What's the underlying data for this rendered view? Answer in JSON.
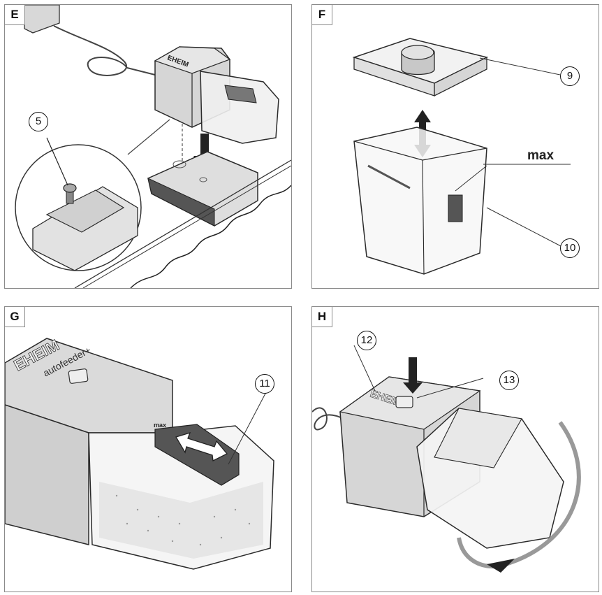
{
  "panels": {
    "e": {
      "label": "E",
      "callouts": [
        "5"
      ]
    },
    "f": {
      "label": "F",
      "callouts": [
        "9",
        "10"
      ],
      "max_label": "max"
    },
    "g": {
      "label": "G",
      "callouts": [
        "11"
      ]
    },
    "h": {
      "label": "H",
      "callouts": [
        "12",
        "13"
      ]
    }
  },
  "branding": {
    "brand": "EHEIM",
    "model": "autofeeder+",
    "fill_mark": "max"
  },
  "colors": {
    "stroke": "#2a2a2a",
    "device": "#dcdcdc",
    "device_dark": "#a8a8a8",
    "frame": "#8a8a8a"
  }
}
